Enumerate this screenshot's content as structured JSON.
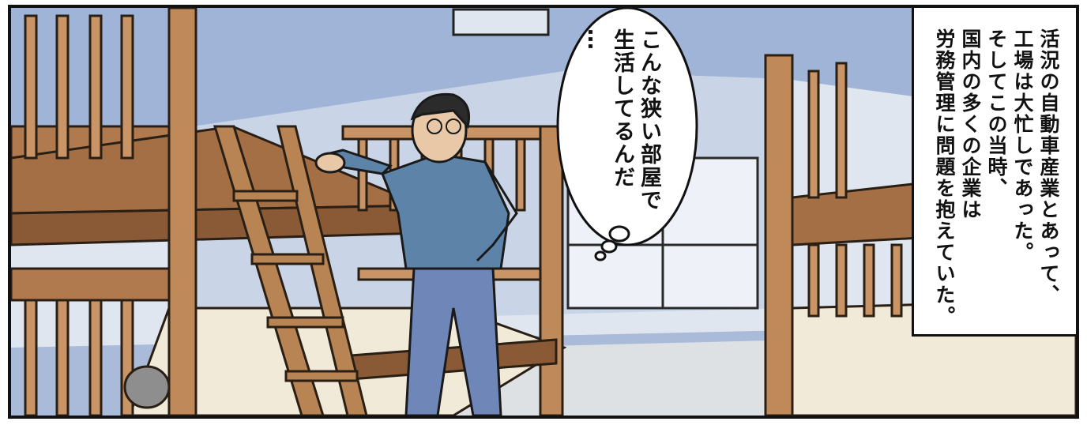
{
  "speech_bubble": {
    "lines": [
      "こんな狭い部屋で",
      "生活してるんだ",
      "…"
    ]
  },
  "narration": {
    "lines": [
      "活況の自動車産業とあって、",
      "工場は大忙しであった。",
      "そしてこの当時、",
      "国内の多くの企業は",
      "労務管理に問題を抱えていた。"
    ]
  }
}
